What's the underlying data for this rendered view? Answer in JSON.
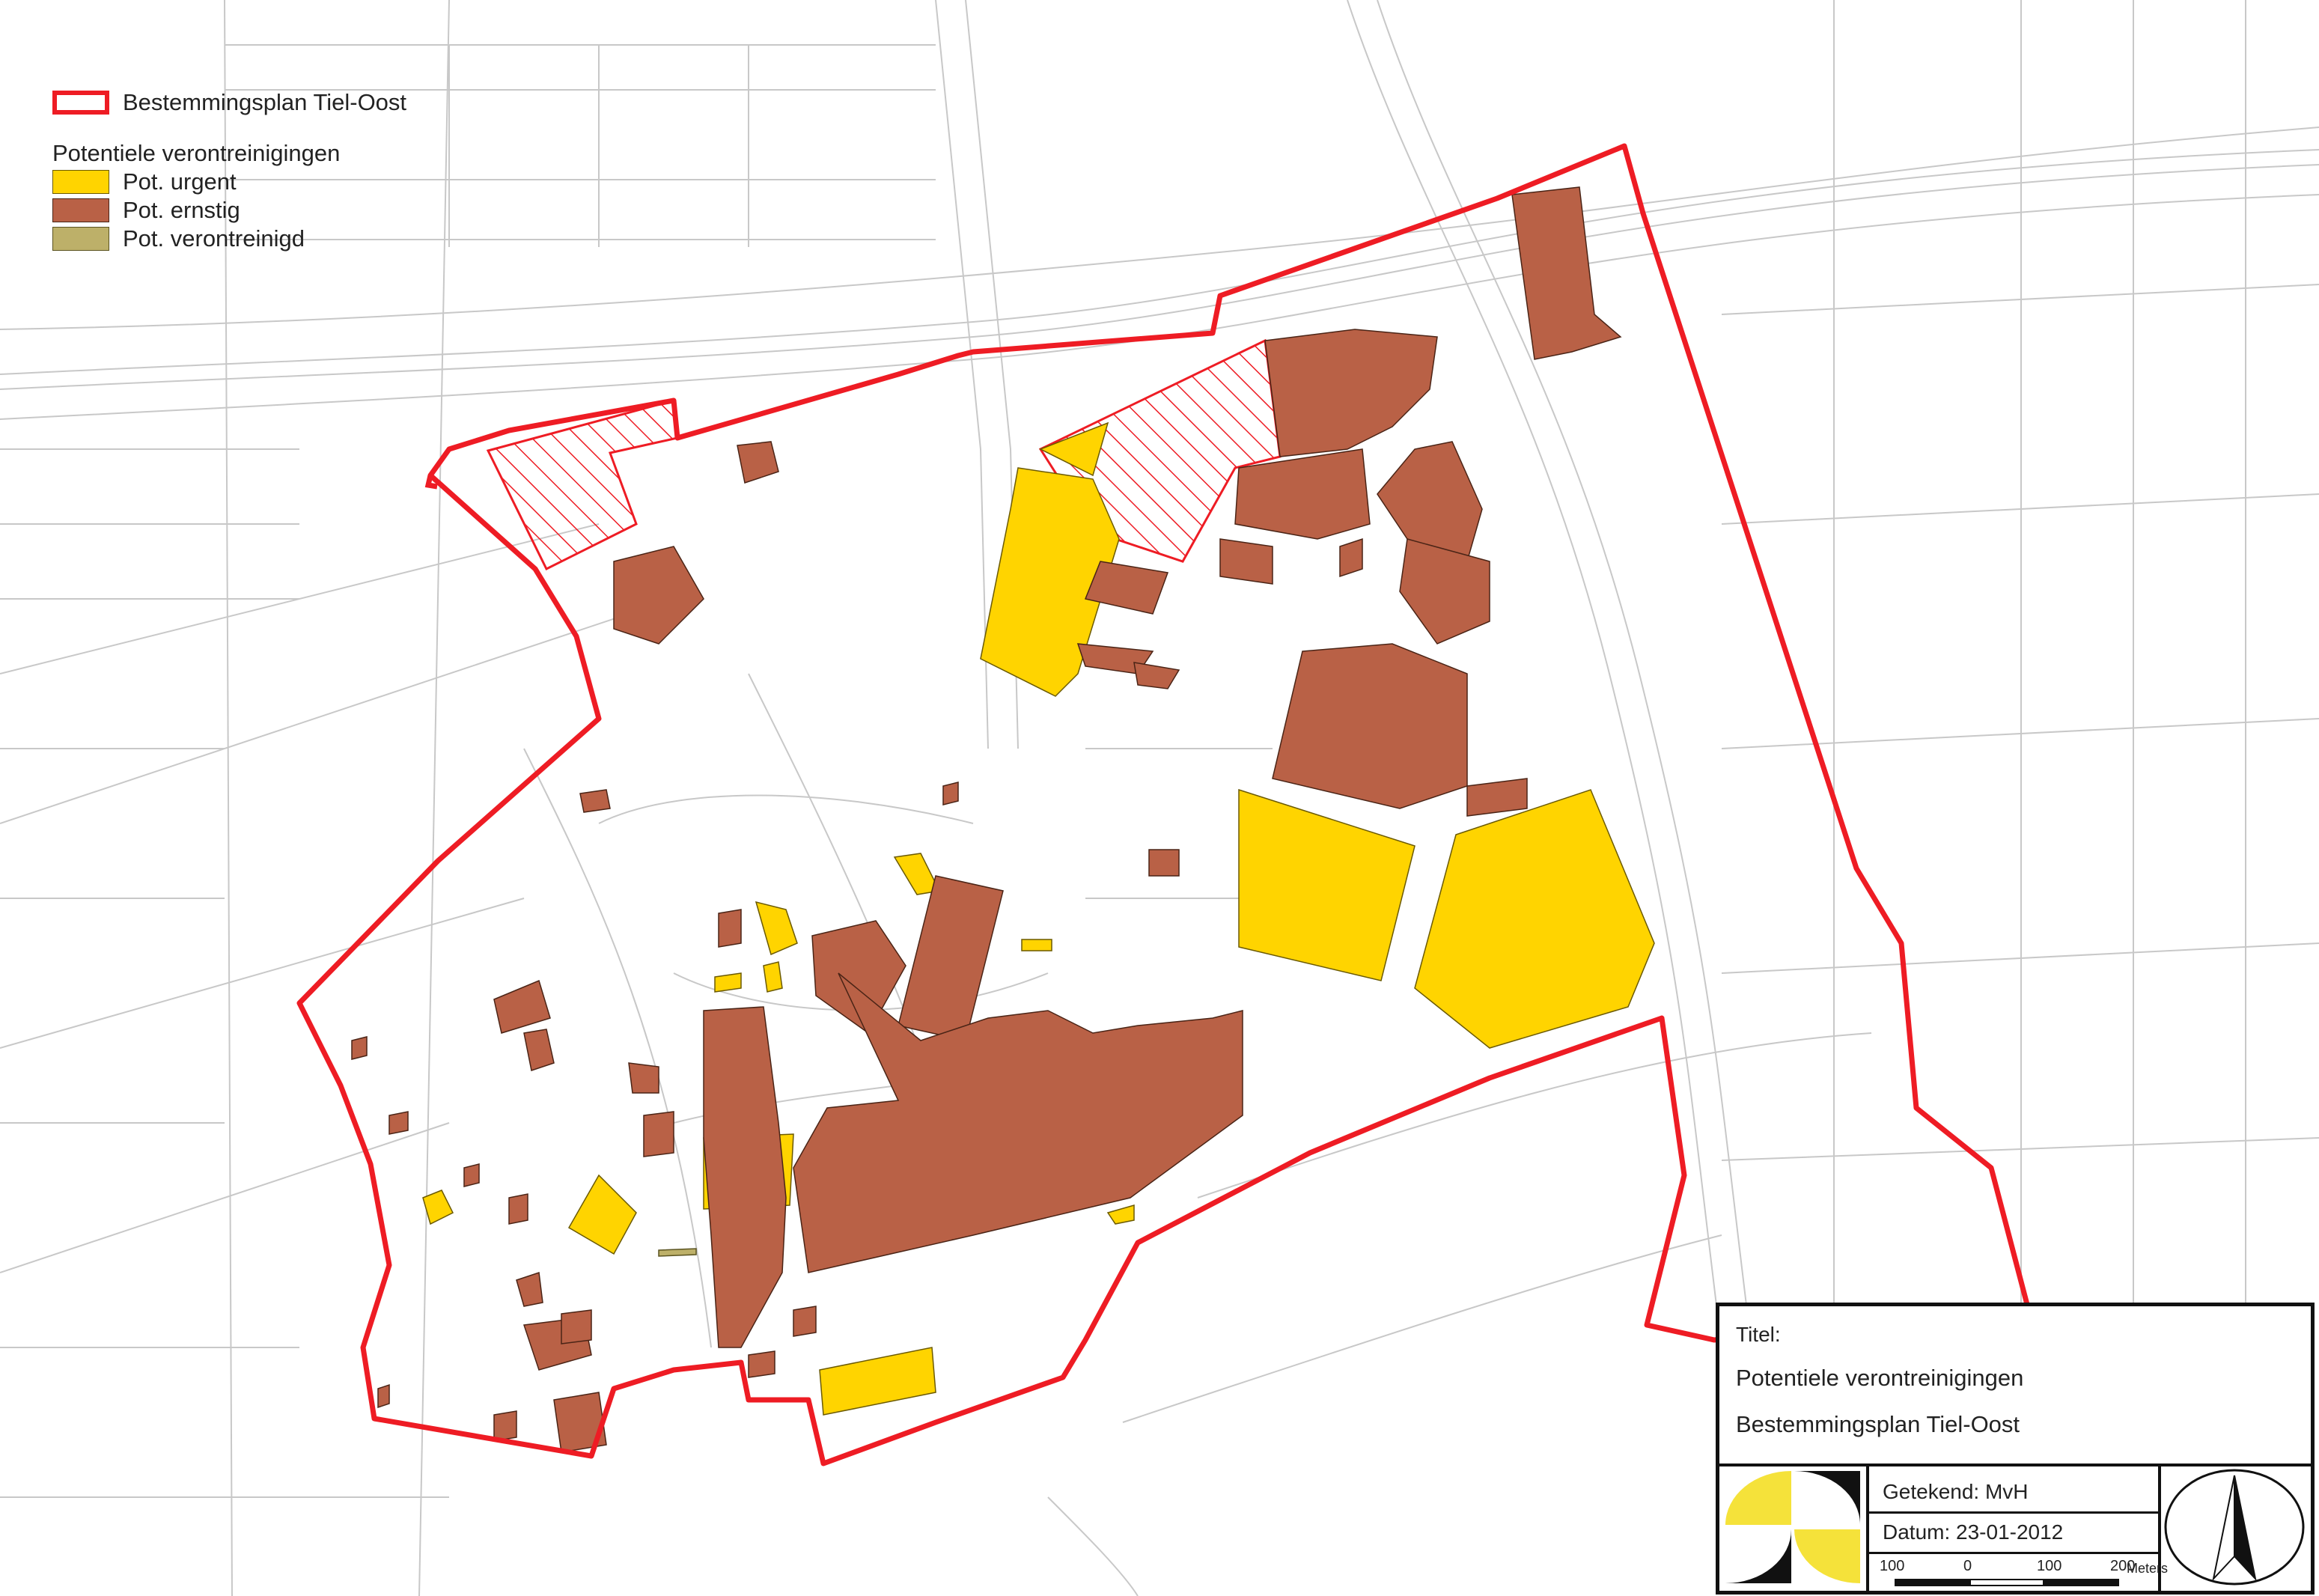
{
  "legend": {
    "boundary_label": "Bestemmingsplan Tiel-Oost",
    "group_heading": "Potentiele verontreinigingen",
    "items": [
      {
        "label": "Pot. urgent",
        "color": "#ffd400"
      },
      {
        "label": "Pot. ernstig",
        "color": "#b96146"
      },
      {
        "label": "Pot. verontreinigd",
        "color": "#bdb069"
      }
    ],
    "boundary_color": "#ee1c24"
  },
  "title_block": {
    "label": "Titel:",
    "line1": "Potentiele verontreinigingen",
    "line2": "Bestemmingsplan Tiel-Oost",
    "drawn_by": "Getekend: MvH",
    "date": "Datum: 23-01-2012",
    "scale_ticks": [
      "100",
      "0",
      "100",
      "200"
    ],
    "scale_unit": "Meters"
  },
  "colors": {
    "urgent": "#ffd400",
    "ernstig": "#b96146",
    "verontreinigd": "#bdb069",
    "boundary": "#ee1c24",
    "basemap": "#c8c8c8",
    "logo_yellow": "#f5e23a"
  },
  "icons": [
    "north-arrow-icon",
    "company-logo-icon",
    "hatch-pattern"
  ]
}
